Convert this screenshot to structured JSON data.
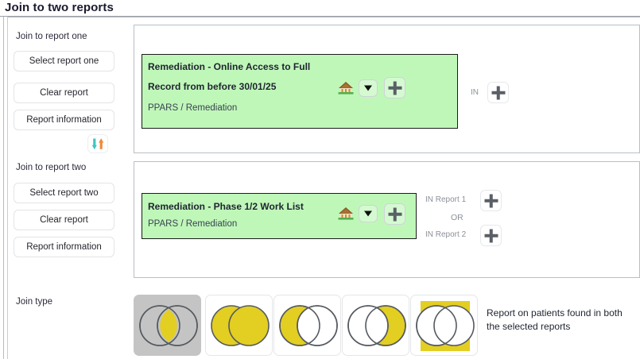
{
  "page": {
    "title": "Join to two reports"
  },
  "report_one": {
    "section_label": "Join to report one",
    "buttons": [
      {
        "label": "Select report one",
        "name": "select-report-one-button"
      },
      {
        "label": "Clear report",
        "name": "clear-report-one-button"
      },
      {
        "label": "Report information",
        "name": "report-one-information-button"
      }
    ],
    "swap_icon": "swap-vertical-icon",
    "card": {
      "title_line1": "Remediation - Online Access to Full",
      "title_line2": "Record from before 30/01/25",
      "subtitle": "PPARS / Remediation",
      "source_icon": "hut-icon",
      "dropdown_icon": "chevron-down-icon",
      "add_icon": "plus-icon"
    },
    "connector": {
      "in_label": "IN",
      "add_icon": "plus-icon"
    }
  },
  "report_two": {
    "section_label": "Join to report two",
    "buttons": [
      {
        "label": "Select report two",
        "name": "select-report-two-button"
      },
      {
        "label": "Clear report",
        "name": "clear-report-two-button"
      },
      {
        "label": "Report information",
        "name": "report-two-information-button"
      }
    ],
    "card": {
      "title_line1": "Remediation - Phase 1/2 Work List",
      "subtitle": "PPARS / Remediation",
      "source_icon": "hut-icon",
      "dropdown_icon": "chevron-down-icon",
      "add_icon": "plus-icon"
    },
    "connector": {
      "in_report_1_label": "IN Report 1",
      "or_label": "OR",
      "in_report_2_label": "IN Report 2",
      "add_icon": "plus-icon"
    }
  },
  "join_type": {
    "section_label": "Join type",
    "selected_index": 0,
    "description": "Report on patients found in both the selected reports",
    "options": [
      {
        "name": "join-type-inner",
        "fill": "intersection",
        "selected": true
      },
      {
        "name": "join-type-full-outer-filled",
        "fill": "both",
        "selected": false
      },
      {
        "name": "join-type-left",
        "fill": "left",
        "selected": false
      },
      {
        "name": "join-type-right",
        "fill": "right",
        "selected": false
      },
      {
        "name": "join-type-outer-exclusive",
        "fill": "outside",
        "selected": false
      }
    ]
  },
  "colors": {
    "card_green": "#BFF7B9",
    "venn_yellow": "#E3CE22",
    "venn_stroke": "#555A60",
    "selected_tile_gray": "#C4C4C4",
    "title_text": "#1A1A2E"
  }
}
